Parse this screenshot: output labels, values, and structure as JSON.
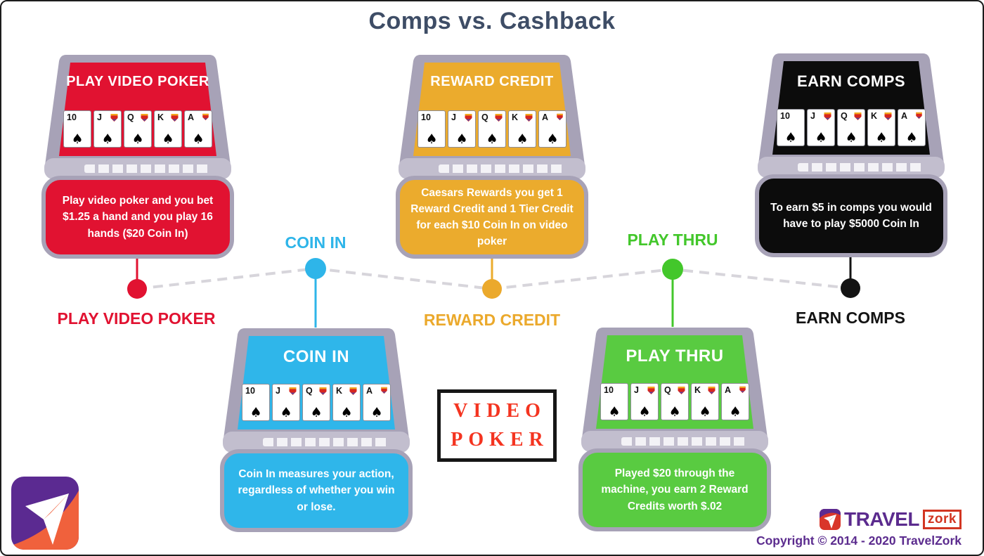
{
  "page": {
    "title": "Comps vs. Cashback",
    "title_color": "#3e4d66",
    "background": "#ffffff"
  },
  "cards": {
    "ranks": [
      "10",
      "J",
      "Q",
      "K",
      "A"
    ],
    "crowned_ranks": [
      "J",
      "Q",
      "K",
      "A"
    ],
    "suit_glyph": "♠",
    "suit_name": "spade"
  },
  "machines": [
    {
      "id": "play-video-poker",
      "title": "PLAY VIDEO POKER",
      "color": "#e11231",
      "body_text": "Play video poker and you bet $1.25 a hand and you play 16 hands ($20 Coin In)"
    },
    {
      "id": "reward-credit",
      "title": "REWARD CREDIT",
      "color": "#ebab2d",
      "body_text": "Caesars Rewards you get 1 Reward Credit and 1 Tier Credit for each $10 Coin In on video poker"
    },
    {
      "id": "earn-comps",
      "title": "EARN COMPS",
      "color": "#0c0c0c",
      "body_text": "To earn $5 in comps you would have to play $5000 Coin In"
    },
    {
      "id": "coin-in",
      "title": "COIN IN",
      "color": "#2fb6ea",
      "body_text": "Coin In measures your action, regardless of whether you win or lose."
    },
    {
      "id": "play-thru",
      "title": "PLAY THRU",
      "color": "#59cb41",
      "body_text": "Played $20 through the machine, you earn 2 Reward Credits worth $.02"
    }
  ],
  "timeline": {
    "dashed_line_color": "#d7d5db",
    "nodes": [
      {
        "label": "PLAY VIDEO POKER",
        "color": "#e11231",
        "label_position": "below"
      },
      {
        "label": "COIN IN",
        "color": "#2eb5e9",
        "label_position": "above"
      },
      {
        "label": "REWARD CREDIT",
        "color": "#eba92c",
        "label_position": "below"
      },
      {
        "label": "PLAY THRU",
        "color": "#43c72b",
        "label_position": "above"
      },
      {
        "label": "EARN COMPS",
        "color": "#131313",
        "label_position": "below"
      }
    ]
  },
  "center_sign": {
    "line1": "VIDEO",
    "line2": "POKER",
    "text_color": "#f43420",
    "border_color": "#161616"
  },
  "footer": {
    "brand_travel": "TRAVEL",
    "brand_zork": "zork",
    "copyright": "Copyright © 2014 - 2020 TravelZork",
    "brand_purple": "#5b2b8e",
    "brand_orange": "#d23622"
  }
}
